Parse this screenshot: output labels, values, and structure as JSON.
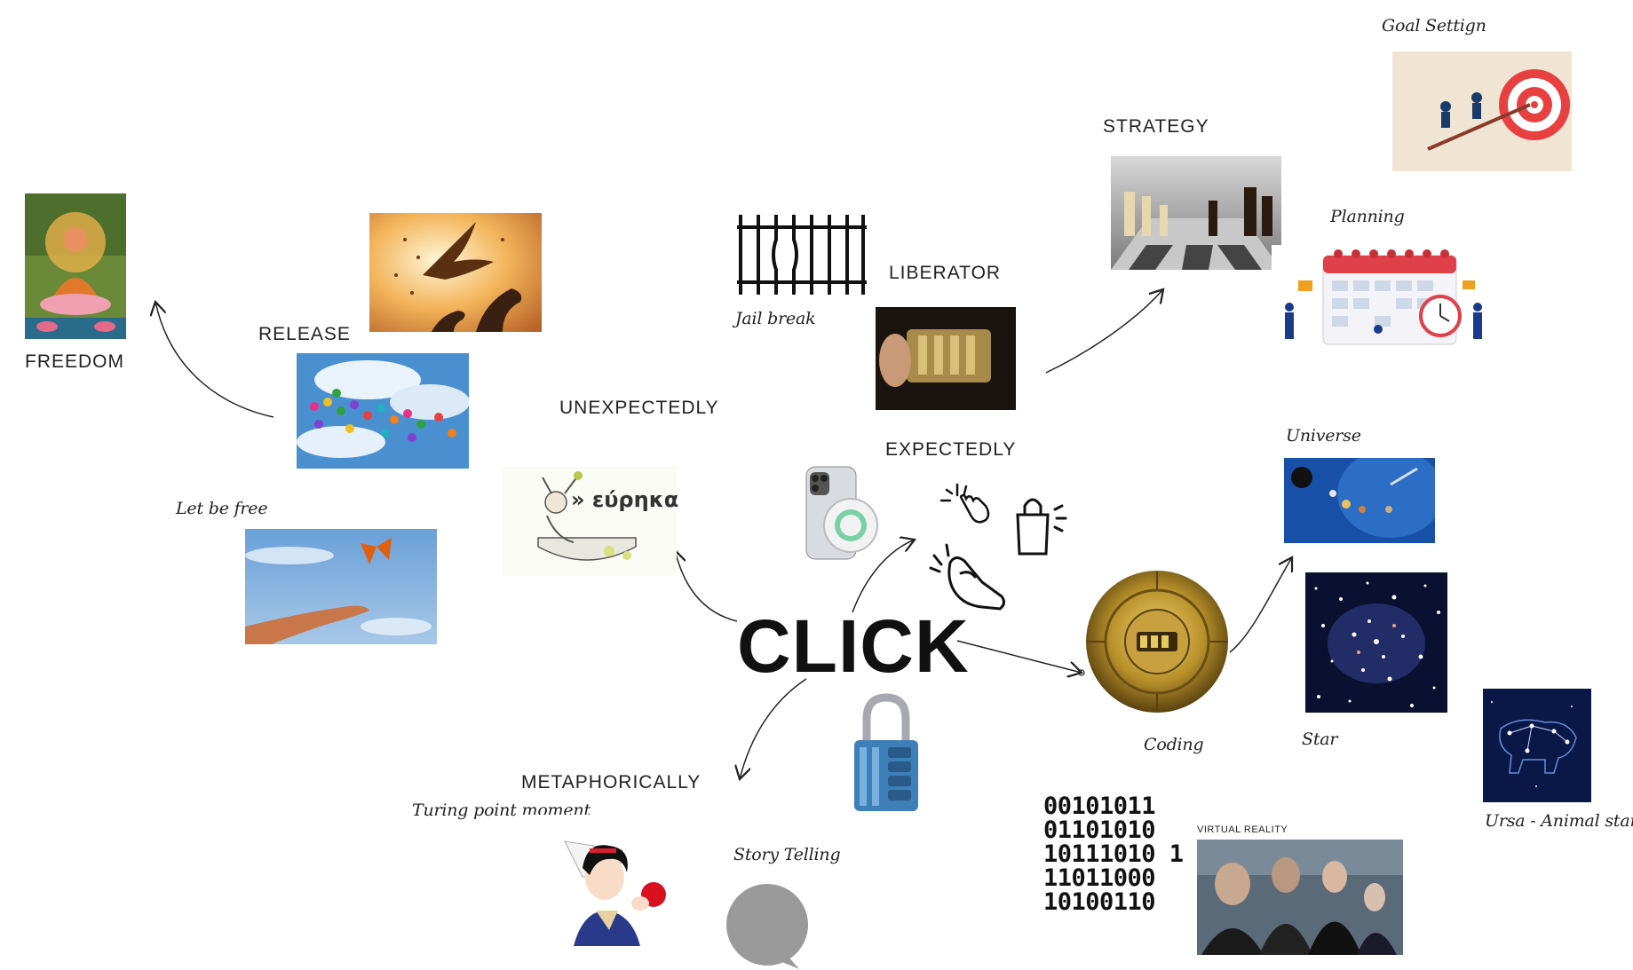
{
  "center": {
    "title": "CLICK"
  },
  "labels": {
    "freedom": "FREEDOM",
    "release": "RELEASE",
    "unexpectedly": "UNEXPECTEDLY",
    "liberator": "LIBERATOR",
    "strategy": "STRATEGY",
    "expectedly": "EXPECTEDLY",
    "metaphorically": "METAPHORICALLY",
    "virtual_reality": "VIRTUAL REALITY"
  },
  "captions": {
    "goal_setting": "Goal Settign",
    "planning": "Planning",
    "jail_break": "Jail break",
    "let_be_free": "Let be free",
    "universe": "Universe",
    "coding": "Coding",
    "star": "Star",
    "ursa": "Ursa - Animal star",
    "turning_point": "Turing point moment",
    "story_telling": "Story Telling"
  },
  "eureka_text": "» εύρηκα",
  "binary_code": [
    "00101011",
    "01101010",
    "10111010 1",
    "11011000",
    "10100110"
  ],
  "colors": {
    "text": "#1a1a1a",
    "sky_blue": "#4a8fd0",
    "gold": "#b8902a",
    "lock_blue": "#3f7fb8",
    "bubble_gray": "#9a9a9a",
    "space_dark": "#0a1030",
    "calendar_red": "#e0404a"
  },
  "icons": [
    "buddha-image",
    "dove-image",
    "balloons-image",
    "butterfly-hand-image",
    "jail-bars-icon",
    "lock-cylinder-image",
    "chess-image",
    "target-image",
    "calendar-image",
    "eureka-image",
    "magsafe-phone-image",
    "tap-hand-icon",
    "shopping-bag-icon",
    "snap-fingers-icon",
    "vault-dial-image",
    "universe-image",
    "star-field-image",
    "ursa-constellation-image",
    "padlock-image",
    "snow-white-image",
    "speech-bubble-icon",
    "matrix-image"
  ]
}
